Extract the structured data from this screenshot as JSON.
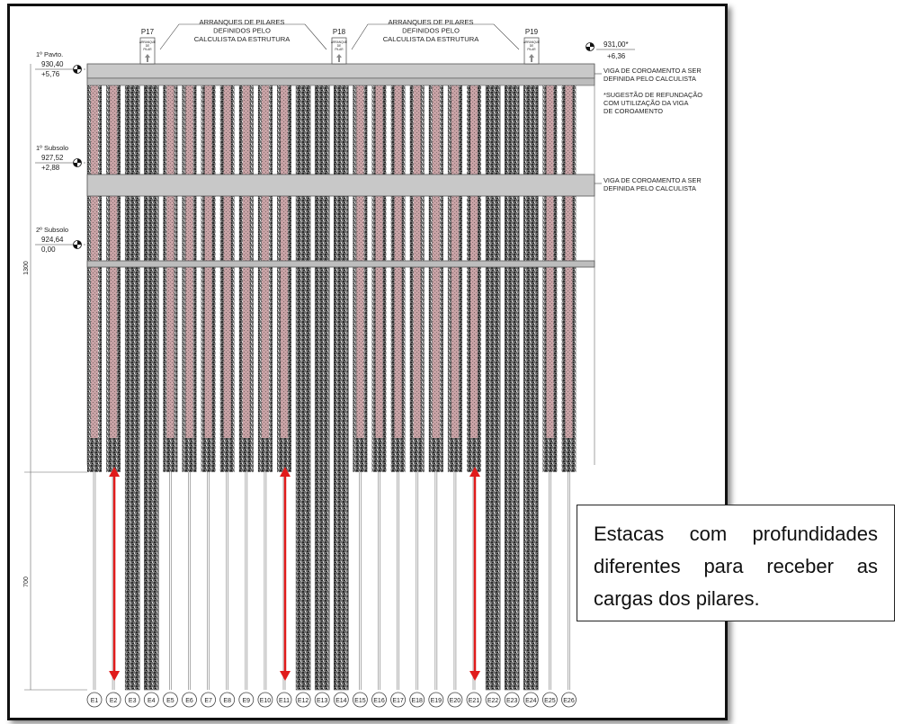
{
  "levels": [
    {
      "name": "1º Pavto.",
      "elevation": "930,40",
      "relative": "+5,76"
    },
    {
      "name": "1º Subsolo",
      "elevation": "927,52",
      "relative": "+2,88"
    },
    {
      "name": "2º Subsolo",
      "elevation": "924,64",
      "relative": "0,00"
    }
  ],
  "top_right_level": {
    "elevation": "931,00*",
    "relative": "+6,36"
  },
  "pillars": [
    {
      "name": "P17",
      "box_text": [
        "ARRANQUE",
        "DE",
        "PILAR"
      ]
    },
    {
      "name": "P18",
      "box_text": [
        "ARRANQUE",
        "DE",
        "PILAR"
      ]
    },
    {
      "name": "P19",
      "box_text": [
        "ARRANQUE",
        "DE",
        "PILAR"
      ]
    }
  ],
  "pillar_starts_note": [
    "ARRANQUES DE PILARES",
    "DEFINIDOS PELO",
    "CALCULISTA DA ESTRUTURA"
  ],
  "beam_note_1": [
    "VIGA DE COROAMENTO A SER",
    "DEFINIDA PELO CALCULISTA"
  ],
  "refoundation_note": [
    "*SUGESTÃO DE REFUNDAÇÃO",
    "COM UTILIZAÇÃO DA VIGA",
    "DE COROAMENTO"
  ],
  "beam_note_2": [
    "VIGA DE COROAMENTO A SER",
    "DEFINIDA PELO CALCULISTA"
  ],
  "dimensions": {
    "upper": "1300",
    "lower": "700"
  },
  "piles": [
    {
      "label": "E1",
      "deep": false
    },
    {
      "label": "E2",
      "deep": false
    },
    {
      "label": "E3",
      "deep": true
    },
    {
      "label": "E4",
      "deep": true
    },
    {
      "label": "E5",
      "deep": false
    },
    {
      "label": "E6",
      "deep": false
    },
    {
      "label": "E7",
      "deep": false
    },
    {
      "label": "E8",
      "deep": false
    },
    {
      "label": "E9",
      "deep": false
    },
    {
      "label": "E10",
      "deep": false
    },
    {
      "label": "E11",
      "deep": false
    },
    {
      "label": "E12",
      "deep": true
    },
    {
      "label": "E13",
      "deep": true
    },
    {
      "label": "E14",
      "deep": true
    },
    {
      "label": "E15",
      "deep": false
    },
    {
      "label": "E16",
      "deep": false
    },
    {
      "label": "E17",
      "deep": false
    },
    {
      "label": "E18",
      "deep": false
    },
    {
      "label": "E19",
      "deep": false
    },
    {
      "label": "E20",
      "deep": false
    },
    {
      "label": "E21",
      "deep": false
    },
    {
      "label": "E22",
      "deep": true
    },
    {
      "label": "E23",
      "deep": true
    },
    {
      "label": "E24",
      "deep": true
    },
    {
      "label": "E25",
      "deep": false
    },
    {
      "label": "E26",
      "deep": false
    }
  ],
  "callout": "Estacas com profundidades diferentes para receber as cargas dos pilares.",
  "colors": {
    "pile_pink": "#c9a3a6",
    "beam_gray": "#c8c8c8",
    "arrow_red": "#e01b1b",
    "pile_dark": "#555555"
  }
}
